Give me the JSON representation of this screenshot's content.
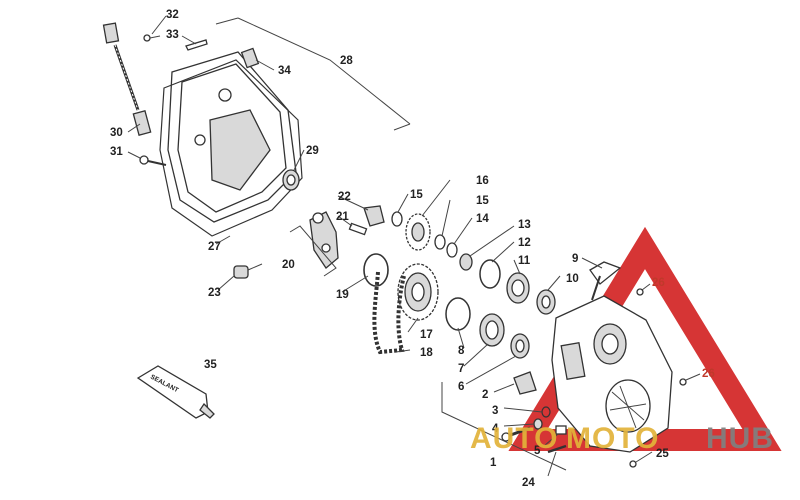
{
  "callouts": [
    "1",
    "2",
    "3",
    "4",
    "5",
    "6",
    "7",
    "8",
    "9",
    "10",
    "11",
    "12",
    "13",
    "14",
    "15",
    "15",
    "16",
    "17",
    "18",
    "19",
    "20",
    "21",
    "22",
    "23",
    "24",
    "25",
    "26",
    "26",
    "27",
    "28",
    "29",
    "30",
    "31",
    "32",
    "33",
    "34",
    "35"
  ],
  "sealant_label": "SEALANT",
  "watermark": {
    "word_a": "AUTO",
    "word_b": "MOTO",
    "word_c": "HUB",
    "color_gold": "#e2b33a",
    "color_grey": "#808080",
    "color_red": "#d42a2a"
  }
}
